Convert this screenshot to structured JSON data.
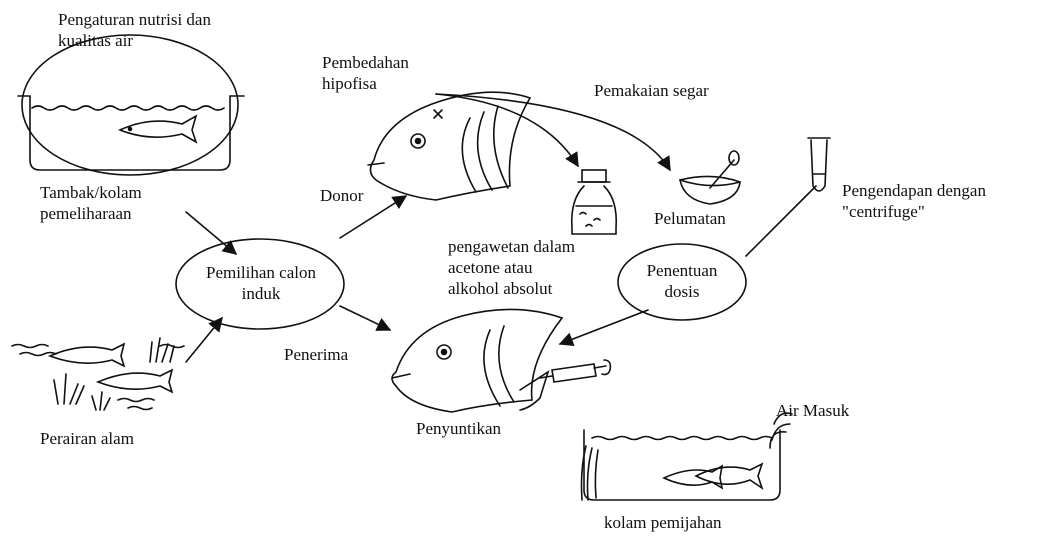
{
  "labels": {
    "nutrition": [
      "Pengaturan nutrisi dan",
      "kualitas air"
    ],
    "pond": [
      "Tambak/kolam",
      "pemeliharaan"
    ],
    "wild": "Perairan alam",
    "selection": [
      "Pemilihan calon",
      "induk"
    ],
    "donor": "Donor",
    "receiver": "Penerima",
    "pituitary": [
      "Pembedahan",
      "hipofisa"
    ],
    "fresh_use": "Pemakaian segar",
    "preservation": [
      "pengawetan dalam",
      "acetone atau",
      "alkohol absolut"
    ],
    "crushing": "Pelumatan",
    "centrifuge": [
      "Pengendapan dengan",
      "\"centrifuge\""
    ],
    "dosage": [
      "Penentuan",
      "dosis"
    ],
    "injection": "Penyuntikan",
    "water_in": "Air Masuk",
    "spawning_pond": "kolam pemijahan"
  }
}
